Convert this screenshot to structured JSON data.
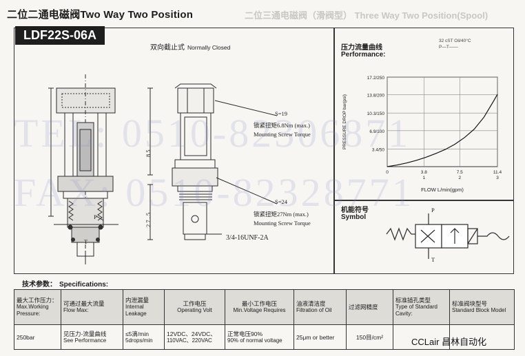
{
  "header": {
    "title_cn": "二位二通电磁阀",
    "title_en": "Two Way Two Position",
    "ghost_title": "二位三通电磁阀（滑阀型）  Three Way Two Position(Spool)",
    "ghost_right": "二位三通电磁阀",
    "model": "LDF22S-06A"
  },
  "drawing": {
    "normally_cn": "双向截止式",
    "normally_en": "Normally Closed",
    "s19": "S=19",
    "torque1_cn": "锁紧扭矩6.8Nm (max.)",
    "torque1_en": "Mounting Screw Torque",
    "s24": "S=24",
    "torque2_cn": "锁紧扭矩27Nm (max.)",
    "torque2_en": "Mounting Screw Torque",
    "thread": "3/4-16UNF-2A",
    "dim_85": "8 5",
    "dim_275": "2 7 . 5",
    "port_p": "P",
    "port_t": "T"
  },
  "watermark": {
    "tel": "TEL: 0510-82306871",
    "fax": "FAX: 0510-82328771"
  },
  "performance": {
    "title_cn": "压力流量曲线",
    "title_en": "Performance:",
    "temp_note": "32 cST Oil/40°C",
    "legend": "P—T——"
  },
  "chart_data": {
    "type": "line",
    "title": "",
    "xlabel": "FLOW L/min(gpm)",
    "ylabel": "PRESSURE DROP bar(psi)",
    "x_ticks": [
      {
        "value": 0,
        "top": "0",
        "bottom": ""
      },
      {
        "value": 3.8,
        "top": "3.8",
        "bottom": "1"
      },
      {
        "value": 7.5,
        "top": "7.5",
        "bottom": "2"
      },
      {
        "value": 11.4,
        "top": "11.4",
        "bottom": "3"
      }
    ],
    "y_ticks": [
      {
        "value": 3.4,
        "label": "3.4/50"
      },
      {
        "value": 6.9,
        "label": "6.9/100"
      },
      {
        "value": 10.3,
        "label": "10.3/150"
      },
      {
        "value": 13.8,
        "label": "13.8/200"
      },
      {
        "value": 17.2,
        "label": "17.2/250"
      }
    ],
    "xlim": [
      0,
      11.4
    ],
    "ylim": [
      0,
      17.2
    ],
    "grid": true,
    "series": [
      {
        "x": [
          0,
          1,
          2,
          3,
          4,
          5,
          6,
          7,
          8,
          9,
          10,
          11,
          11.4
        ],
        "y": [
          0,
          0.3,
          0.7,
          1.2,
          1.8,
          2.5,
          3.3,
          4.3,
          5.6,
          7.2,
          9.5,
          12.6,
          13.9
        ]
      }
    ]
  },
  "symbol": {
    "title_cn": "机能符号",
    "title_en": "Symbol",
    "port_p": "P",
    "port_t": "T"
  },
  "specs": {
    "title_cn": "技术参数：",
    "title_en": "Specifications:",
    "headers": [
      {
        "cn": "最大工作压力：",
        "en": "Max.Working Pressure:"
      },
      {
        "cn": "可通过最大流量",
        "en": "Flow Max:"
      },
      {
        "cn": "内泄漏量",
        "en": "Internal Leakage"
      },
      {
        "cn": "工作电压",
        "en": "Operating Volt"
      },
      {
        "cn": "最小工作电压",
        "en": "Min.Voltage Requires"
      },
      {
        "cn": "油液清洁度",
        "en": "Filtration of Oil"
      },
      {
        "cn": "过滤网精度",
        "en": ""
      },
      {
        "cn": "标准插孔类型",
        "en": "Type of Standard Cavity:"
      },
      {
        "cn": "标准阀块型号",
        "en": "Standard Block Model"
      }
    ],
    "values": [
      {
        "line1": "250bar",
        "line2": ""
      },
      {
        "line1": "见压力-流量曲线",
        "line2": "See Performance"
      },
      {
        "line1": "≤5滴/min",
        "line2": "5drops/min"
      },
      {
        "line1": "12VDC、24VDC、",
        "line2": "110VAC、220VAC"
      },
      {
        "line1": "正常电压90%",
        "line2": "90% of normal voltage"
      },
      {
        "line1": "25μm or better",
        "line2": ""
      },
      {
        "line1": "150目/cm²",
        "line2": ""
      },
      {
        "line1": "",
        "line2": ""
      },
      {
        "line1": "",
        "line2": ""
      }
    ]
  },
  "brand": "CCLair 昌林自动化"
}
